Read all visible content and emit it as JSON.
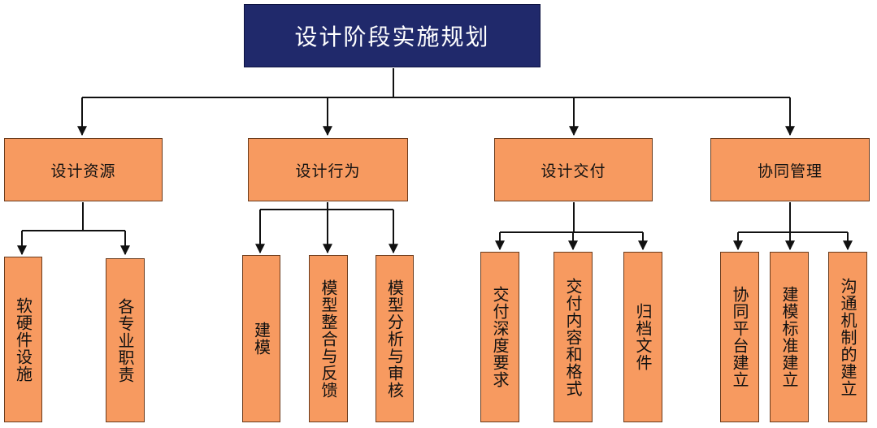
{
  "diagram": {
    "root": "设计阶段实施规划",
    "categories": [
      {
        "label": "设计资源",
        "children": [
          "软硬件设施",
          "各专业职责"
        ]
      },
      {
        "label": "设计行为",
        "children": [
          "建模",
          "模型整合与反馈",
          "模型分析与审核"
        ]
      },
      {
        "label": "设计交付",
        "children": [
          "交付深度要求",
          "交付内容和格式",
          "归档文件"
        ]
      },
      {
        "label": "协同管理",
        "children": [
          "协同平台建立",
          "建模标准建立",
          "沟通机制的建立"
        ]
      }
    ]
  },
  "colors": {
    "root_fill": "#20296b",
    "box_fill": "#f79a60",
    "line": "#111111"
  }
}
